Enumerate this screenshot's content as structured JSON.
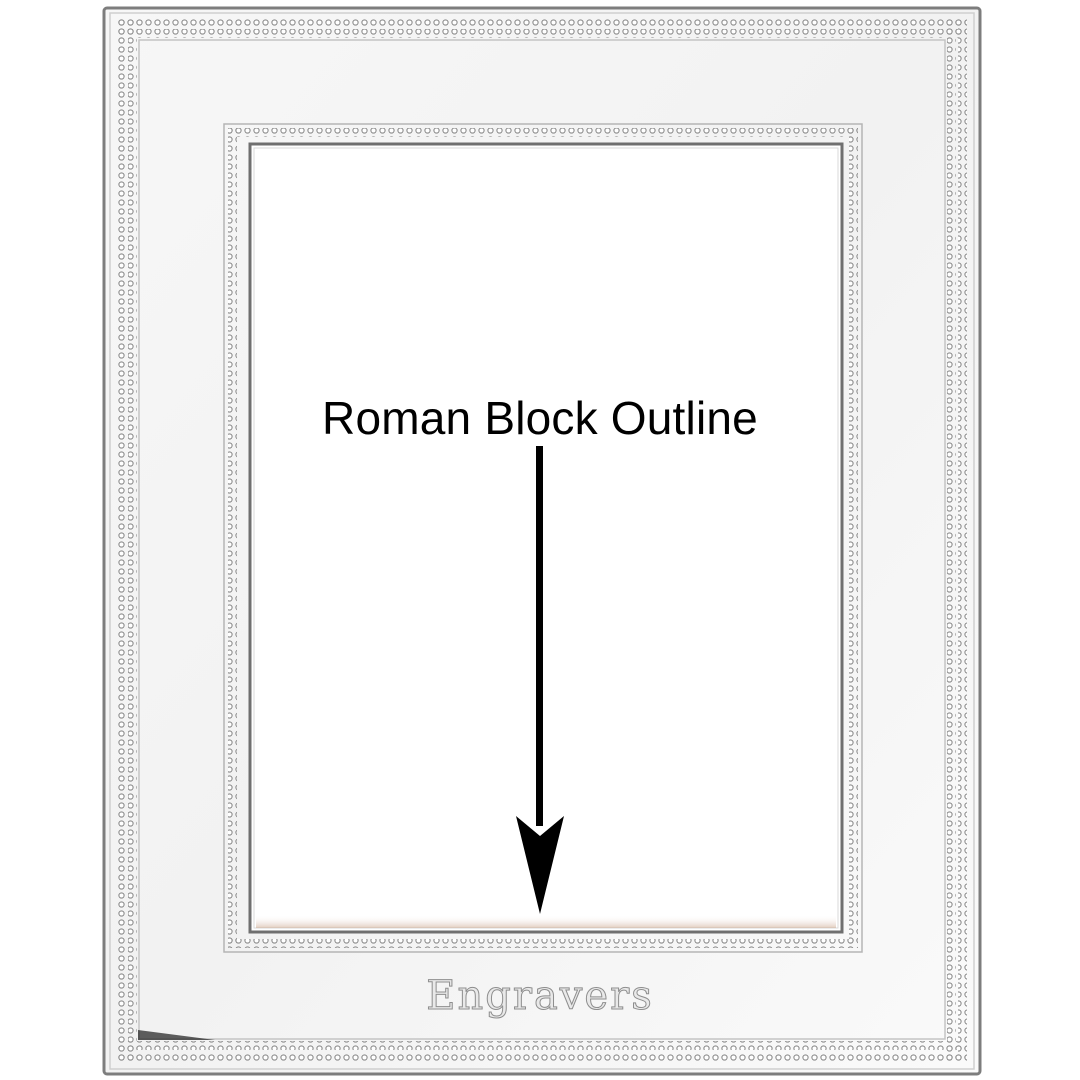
{
  "product": {
    "annotation_label": "Roman Block Outline",
    "engraving_text": "Engravers",
    "frame_material": "silver",
    "arrow_icon": "down-arrow-icon"
  },
  "colors": {
    "frame_face": "#f3f3f3",
    "frame_edge": "#8a8a8a",
    "bead": "#9a9a9a",
    "photo_area": "#ffffff",
    "photo_bottom_tint": "#c9a38a",
    "annotation": "#000000",
    "engraving_stroke": "#8e8e8e"
  }
}
